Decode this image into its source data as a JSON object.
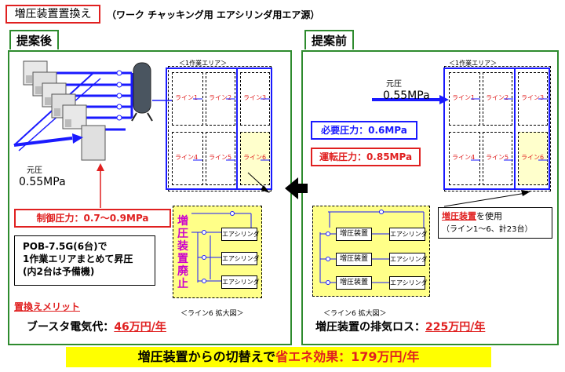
{
  "title": "増圧装置置換え",
  "subtitle": "（ワーク チャッキング用 エアシリンダ用エア源）",
  "after": {
    "tab": "提案後",
    "area_label": "＜1作業エリア＞",
    "source_label": "元圧",
    "source_value": "0.55MPa",
    "control_pressure": "制御圧力：0.7～0.9MPa",
    "pob_note_line1": "POB-7.5G(6台)で",
    "pob_note_line2": "1作業エリアまとめて昇圧",
    "pob_note_line3": "(内2台は予備機)",
    "abolish_label": "増圧装置廃止",
    "cylinder_label": "エアシリンダ",
    "zoom_label": "＜ライン6 拡大図＞",
    "merit_label": "置換えメリット",
    "booster_cost_label": "ブースタ電気代：",
    "booster_cost_value": "46万円/年",
    "lines": [
      "ライン1",
      "ライン2",
      "ライン3",
      "ライン4",
      "ライン5",
      "ライン6"
    ]
  },
  "before": {
    "tab": "提案前",
    "area_label": "＜1作業エリア＞",
    "source_label": "元圧",
    "source_value": "0.55MPa",
    "required_pressure": "必要圧力：0.6MPa",
    "operating_pressure": "運転圧力：0.85MPa",
    "booster_label": "増圧装置",
    "cylinder_label": "エアシリンダ",
    "zoom_label": "＜ライン6 拡大図＞",
    "usage_line1_a": "増圧装置",
    "usage_line1_b": "を使用",
    "usage_line2": "（ライン1～6、計23台）",
    "exhaust_loss_label": "増圧装置の排気ロス：",
    "exhaust_loss_value": "225万円/年",
    "lines": [
      "ライン1",
      "ライン2",
      "ライン3",
      "ライン4",
      "ライン5",
      "ライン6"
    ]
  },
  "footer": {
    "prefix": "増圧装置からの切替えで",
    "highlight": "省エネ効果",
    "value": "：179万円/年"
  },
  "colors": {
    "red": "#e02020",
    "green": "#2e8b2e",
    "blue": "#1a1aff",
    "yellow": "#ffff66",
    "footer_bg": "#ffff00"
  }
}
